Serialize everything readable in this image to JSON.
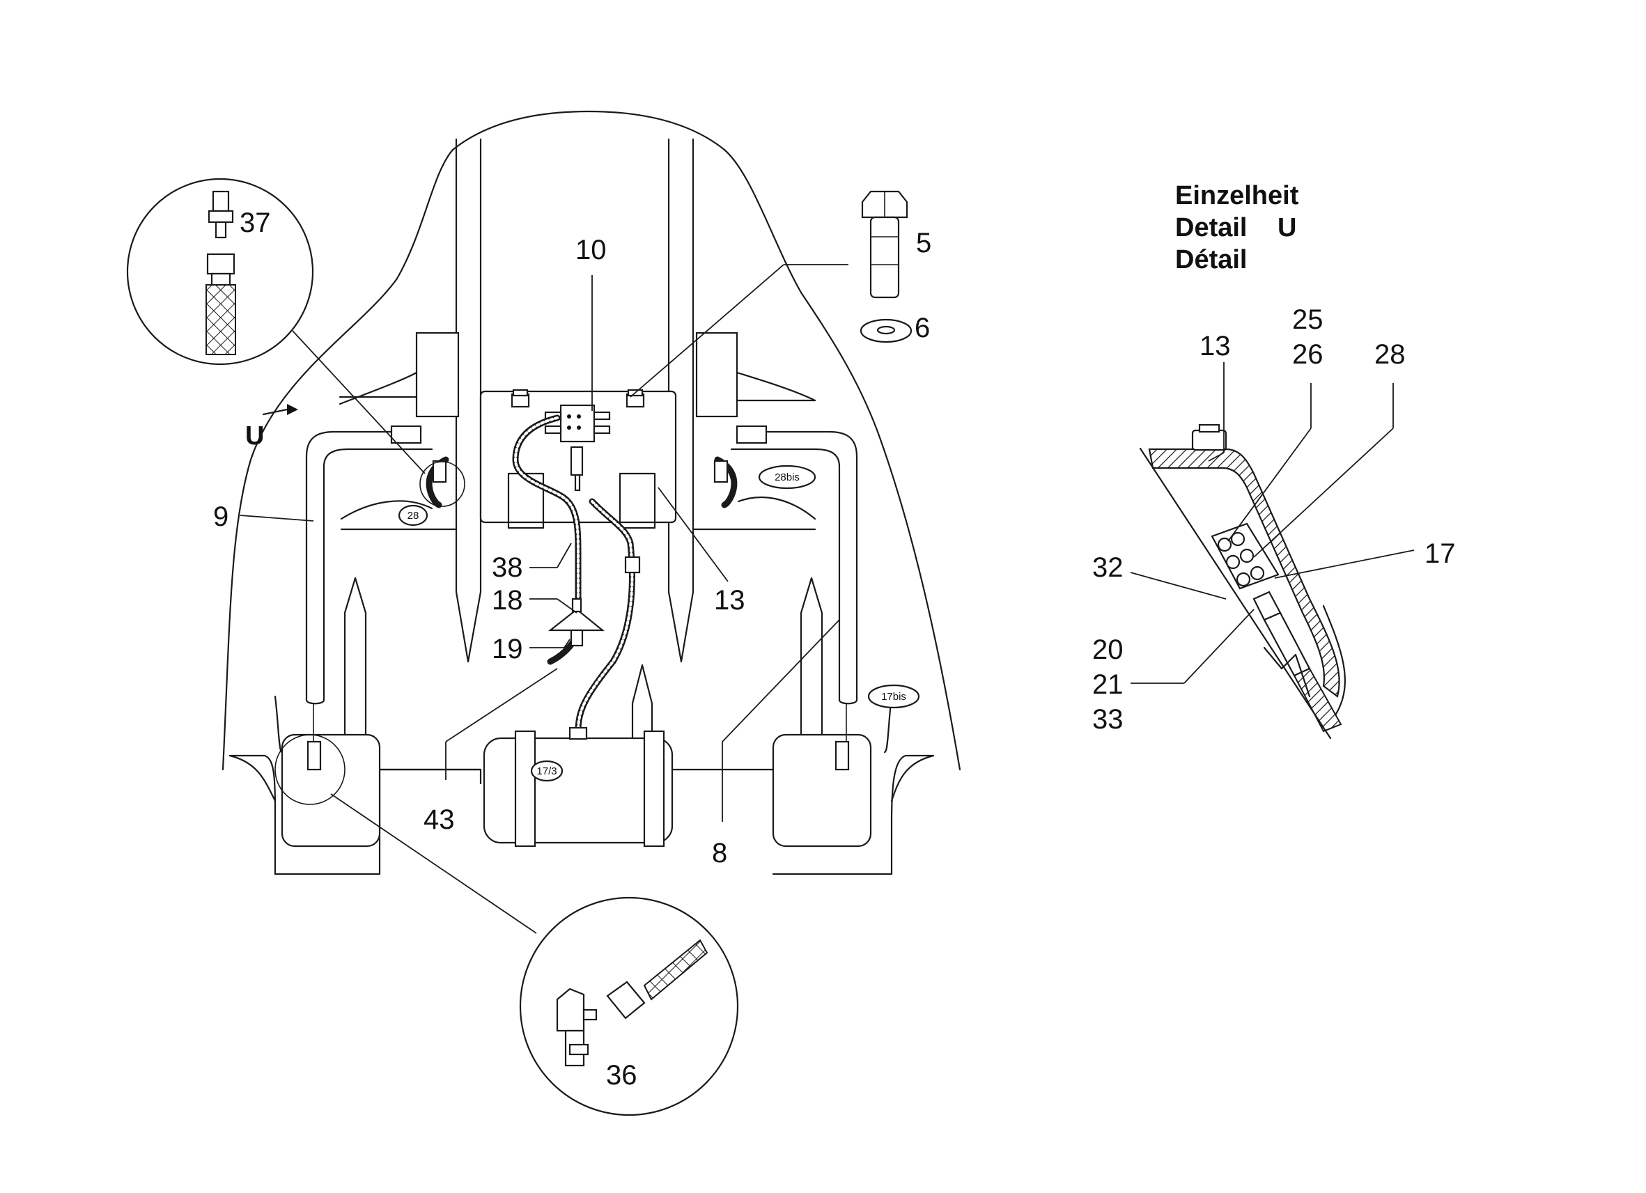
{
  "detail_title": {
    "line1": "Einzelheit",
    "line2": "Detail",
    "line2_letter": "U",
    "line3": "Détail"
  },
  "view_arrow_label": "U",
  "part_labels": {
    "p5": "5",
    "p6": "6",
    "p8": "8",
    "p9": "9",
    "p10": "10",
    "p13": "13",
    "p18": "18",
    "p19": "19",
    "p36": "36",
    "p37": "37",
    "p38": "38",
    "p43": "43"
  },
  "detail_labels": {
    "p13": "13",
    "p25": "25",
    "p26": "26",
    "p28": "28",
    "p17": "17",
    "p32": "32",
    "p20": "20",
    "p21": "21",
    "p33": "33"
  },
  "reference_tags": {
    "t28": "28",
    "t28bis": "28bis",
    "t17bis": "17bis",
    "t173": "17/3"
  }
}
